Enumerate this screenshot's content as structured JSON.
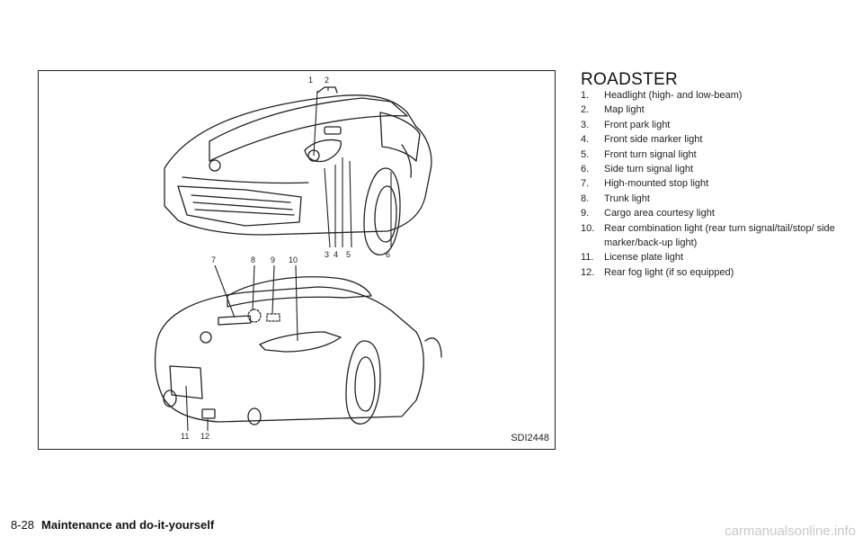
{
  "figure": {
    "code": "SDI2448",
    "callouts_front": [
      "1",
      "2",
      "3",
      "4",
      "5",
      "6"
    ],
    "callouts_rear": [
      "7",
      "8",
      "9",
      "10",
      "11",
      "12"
    ]
  },
  "section": {
    "title": "ROADSTER",
    "items": [
      {
        "num": "1.",
        "text": "Headlight (high- and low-beam)"
      },
      {
        "num": "2.",
        "text": "Map light"
      },
      {
        "num": "3.",
        "text": "Front park light"
      },
      {
        "num": "4.",
        "text": "Front side marker light"
      },
      {
        "num": "5.",
        "text": "Front turn signal light"
      },
      {
        "num": "6.",
        "text": "Side turn signal light"
      },
      {
        "num": "7.",
        "text": "High-mounted stop light"
      },
      {
        "num": "8.",
        "text": "Trunk light"
      },
      {
        "num": "9.",
        "text": "Cargo area courtesy light"
      },
      {
        "num": "10.",
        "text": "Rear combination light (rear turn signal/tail/stop/ side marker/back-up light)"
      },
      {
        "num": "11.",
        "text": "License plate light"
      },
      {
        "num": "12.",
        "text": "Rear fog light (if so equipped)"
      }
    ]
  },
  "footer": {
    "page": "8-28",
    "section": "Maintenance and do-it-yourself"
  },
  "watermark": "carmanualsonline.info"
}
